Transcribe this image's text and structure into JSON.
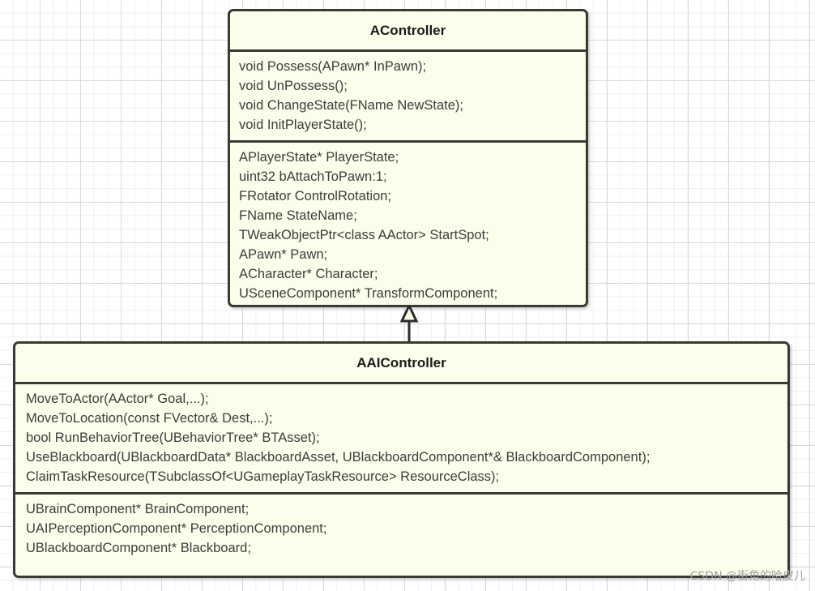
{
  "diagram": {
    "type": "uml-class-diagram",
    "background": "graph-paper-grid",
    "colors": {
      "box_fill": "#fdfdeb",
      "box_border": "#3a3a33",
      "text": "#3d3d3d",
      "grid_minor": "#f0f0f0",
      "grid_major": "#d9d9d9",
      "watermark": "#9b9b9b"
    },
    "classes": [
      {
        "id": "acontroller",
        "name": "AController",
        "methods": [
          "void Possess(APawn* InPawn);",
          "void UnPossess();",
          "void ChangeState(FName NewState);",
          "void InitPlayerState();"
        ],
        "attributes": [
          "APlayerState* PlayerState;",
          "uint32 bAttachToPawn:1;",
          "FRotator ControlRotation;",
          "FName StateName;",
          "TWeakObjectPtr<class AActor> StartSpot;",
          "APawn* Pawn;",
          "ACharacter* Character;",
          "USceneComponent* TransformComponent;"
        ]
      },
      {
        "id": "aaicontroller",
        "name": "AAIController",
        "methods": [
          "MoveToActor(AActor* Goal,...);",
          "MoveToLocation(const FVector& Dest,...);",
          "bool RunBehaviorTree(UBehaviorTree* BTAsset);",
          "UseBlackboard(UBlackboardData* BlackboardAsset, UBlackboardComponent*& BlackboardComponent);",
          "ClaimTaskResource(TSubclassOf<UGameplayTaskResource> ResourceClass);"
        ],
        "attributes": [
          "UBrainComponent* BrainComponent;",
          "UAIPerceptionComponent* PerceptionComponent;",
          "UBlackboardComponent* Blackboard;"
        ]
      }
    ],
    "relationships": [
      {
        "kind": "generalization",
        "label": "inheritance-arrow",
        "from": "aaicontroller",
        "to": "acontroller",
        "arrowhead": "hollow-triangle"
      }
    ]
  },
  "watermark": {
    "text": "CSDN @街角的哈皮儿"
  }
}
